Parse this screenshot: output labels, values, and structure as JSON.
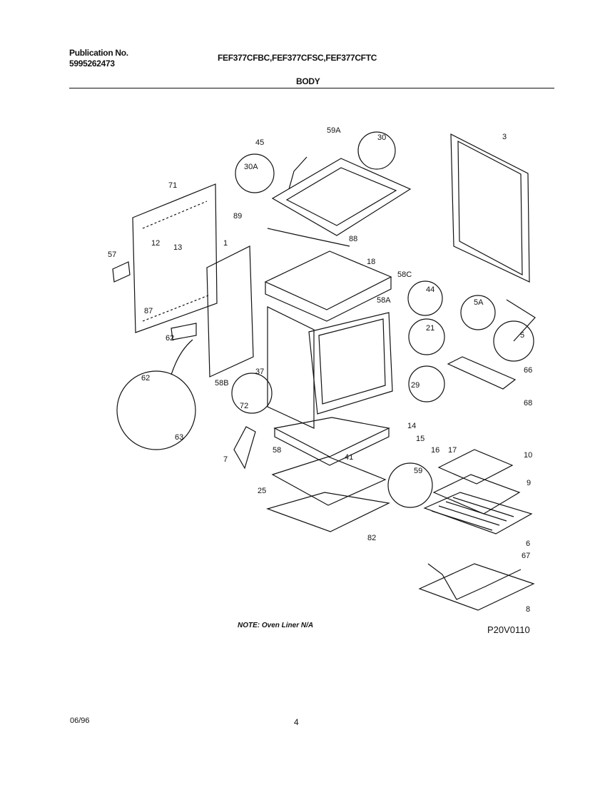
{
  "header": {
    "publication_label": "Publication No.",
    "publication_number": "5995262473",
    "models": "FEF377CFBC,FEF377CFSC,FEF377CFTC",
    "section": "BODY"
  },
  "part_labels": {
    "p45": "45",
    "p59A": "59A",
    "p30": "30",
    "p30A": "30A",
    "p3": "3",
    "p71": "71",
    "p89": "89",
    "p88": "88",
    "p1": "1",
    "p12": "12",
    "p13": "13",
    "p57": "57",
    "p18": "18",
    "p58C": "58C",
    "p44": "44",
    "p5A": "5A",
    "p87": "87",
    "p58A": "58A",
    "p21": "21",
    "p5": "5",
    "p62a": "62",
    "p66": "66",
    "p37": "37",
    "p58B": "58B",
    "p62b": "62",
    "p29": "29",
    "p72": "72",
    "p68": "68",
    "p63": "63",
    "p14": "14",
    "p15": "15",
    "p16": "16",
    "p17": "17",
    "p58": "58",
    "p7": "7",
    "p41": "41",
    "p10": "10",
    "p59": "59",
    "p25": "25",
    "p9": "9",
    "p6": "6",
    "p82": "82",
    "p67": "67",
    "p8": "8"
  },
  "note": "NOTE: Oven Liner N/A",
  "drawing_code": "P20V0110",
  "footer": {
    "date": "06/96",
    "page": "4"
  }
}
